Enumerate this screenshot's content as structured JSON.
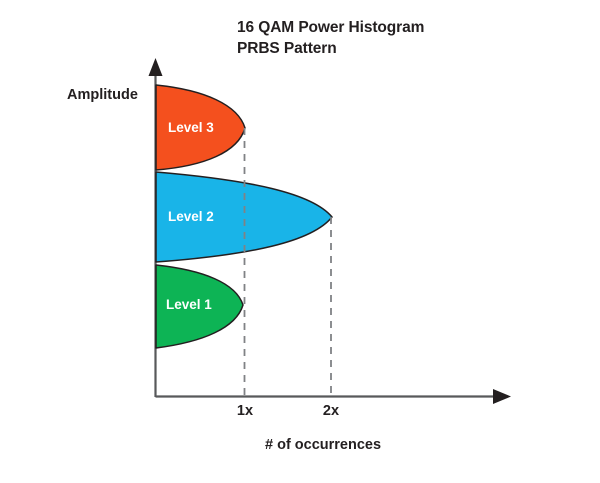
{
  "title": {
    "line1": "16 QAM Power Histogram",
    "line2": "PRBS Pattern"
  },
  "axes": {
    "ylabel": "Amplitude",
    "xlabel": "# of occurrences",
    "xticks": [
      "1x",
      "2x"
    ]
  },
  "levels": [
    {
      "label": "Level 3",
      "color": "#f4501e"
    },
    {
      "label": "Level 2",
      "color": "#19b4e8"
    },
    {
      "label": "Level 1",
      "color": "#0db455"
    }
  ],
  "colors": {
    "level3": "#f4501e",
    "level2": "#19b4e8",
    "level1": "#0db455",
    "axis": "#58595b",
    "outline": "#231f20",
    "text": "#231f20",
    "label_text": "#ffffff",
    "dashed_guide": "#808285",
    "background": "#ffffff"
  },
  "chart_data": {
    "type": "area",
    "title": "16 QAM Power Histogram PRBS Pattern",
    "xlabel": "# of occurrences",
    "ylabel": "Amplitude",
    "xlim": [
      0,
      2.75
    ],
    "ylim": [
      0,
      1
    ],
    "grid": false,
    "legend": "inline-labels",
    "xtick_values": [
      1,
      2
    ],
    "xtick_labels": [
      "1x",
      "2x"
    ],
    "orientation": "horizontal-lobes",
    "series": [
      {
        "name": "Level 3",
        "color": "#f4501e",
        "peak_occurrences": 1,
        "amplitude_range": [
          0.68,
          0.94
        ],
        "amplitude_peak": 0.81
      },
      {
        "name": "Level 2",
        "color": "#19b4e8",
        "peak_occurrences": 2,
        "amplitude_range": [
          0.41,
          0.68
        ],
        "amplitude_peak": 0.54
      },
      {
        "name": "Level 1",
        "color": "#0db455",
        "peak_occurrences": 1,
        "amplitude_range": [
          0.15,
          0.4
        ],
        "amplitude_peak": 0.28
      }
    ],
    "annotations": [
      {
        "text": "1x",
        "type": "dashed-guide-line",
        "x": 1
      },
      {
        "text": "2x",
        "type": "dashed-guide-line",
        "x": 2
      }
    ]
  }
}
